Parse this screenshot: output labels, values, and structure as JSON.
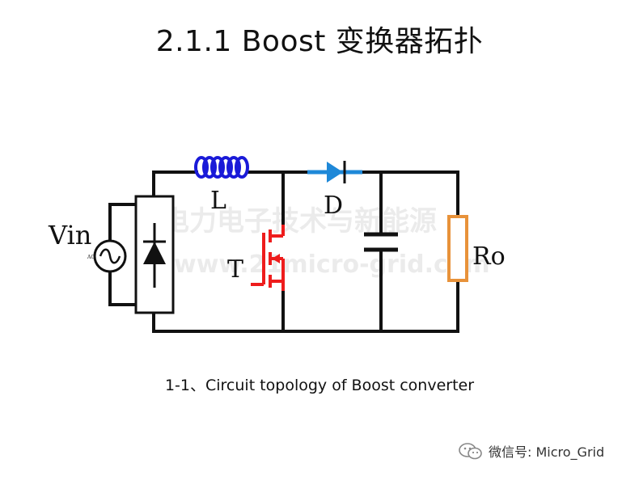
{
  "title": "2.1.1   Boost 变换器拓扑",
  "caption": "1-1、Circuit topology of Boost converter",
  "labels": {
    "vin": "Vin",
    "ac": "AC",
    "inductor": "L",
    "diode": "D",
    "switch": "T",
    "load": "Ro"
  },
  "watermark": {
    "line1": "电力电子技术与新能源",
    "line2": "www.21micro-grid.com"
  },
  "badge": {
    "icon": "wechat-icon",
    "text": "微信号: Micro_Grid"
  },
  "colors": {
    "wire": "#111111",
    "inductor": "#1a1ad8",
    "diode_line": "#1e88d8",
    "switch": "#ee1c1c",
    "load": "#e8923a"
  }
}
